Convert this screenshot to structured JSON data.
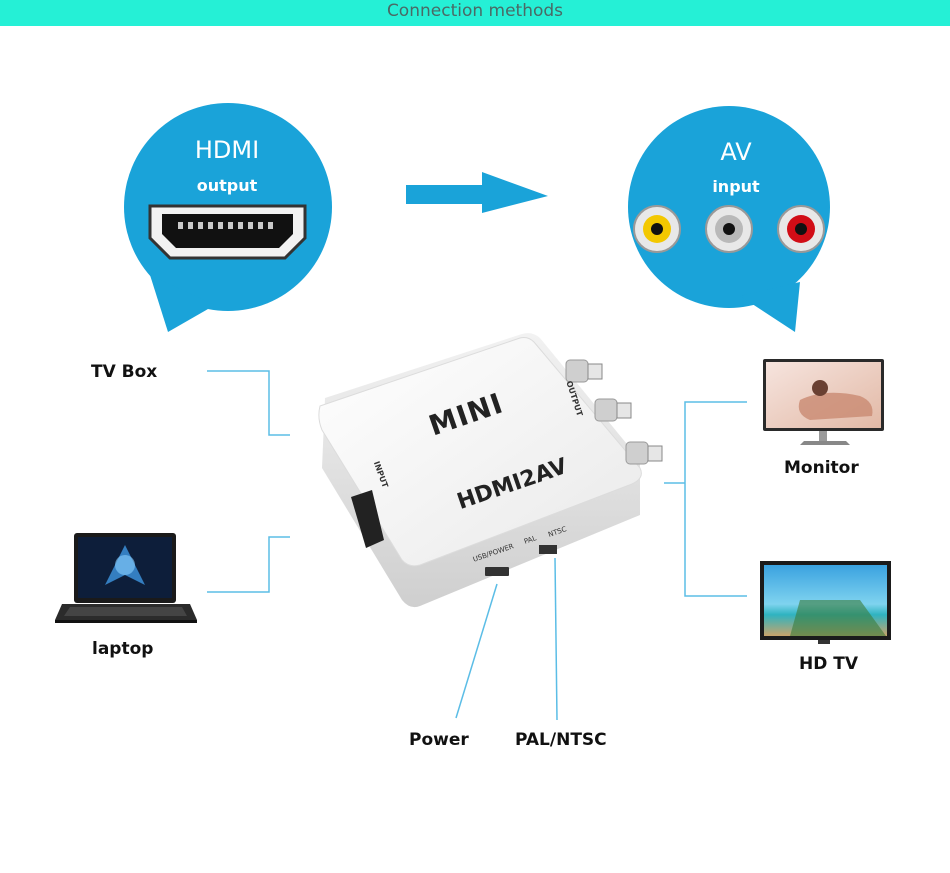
{
  "banner": {
    "title": "Connection methods"
  },
  "hdmi_bubble": {
    "title": "HDMI",
    "subtitle": "output"
  },
  "av_bubble": {
    "title": "AV",
    "subtitle": "input"
  },
  "device": {
    "brand": "MINI",
    "model": "HDMI2AV",
    "port_input": "INPUT",
    "port_output": "OUTPUT",
    "port_power": "USB/POWER",
    "switch_pal": "PAL",
    "switch_ntsc": "NTSC"
  },
  "sources": {
    "tv_box": "TV Box",
    "laptop": "laptop"
  },
  "outputs": {
    "monitor": "Monitor",
    "hd_tv": "HD TV"
  },
  "callouts": {
    "power": "Power",
    "pal_ntsc": "PAL/NTSC"
  },
  "colors": {
    "banner": "#25f0d6",
    "bubble": "#1aa3d9",
    "line": "#5bbde6"
  },
  "icons": {
    "arrow": "right-arrow-icon",
    "hdmi_port": "hdmi-port-icon",
    "rca": "rca-connector-icon"
  }
}
